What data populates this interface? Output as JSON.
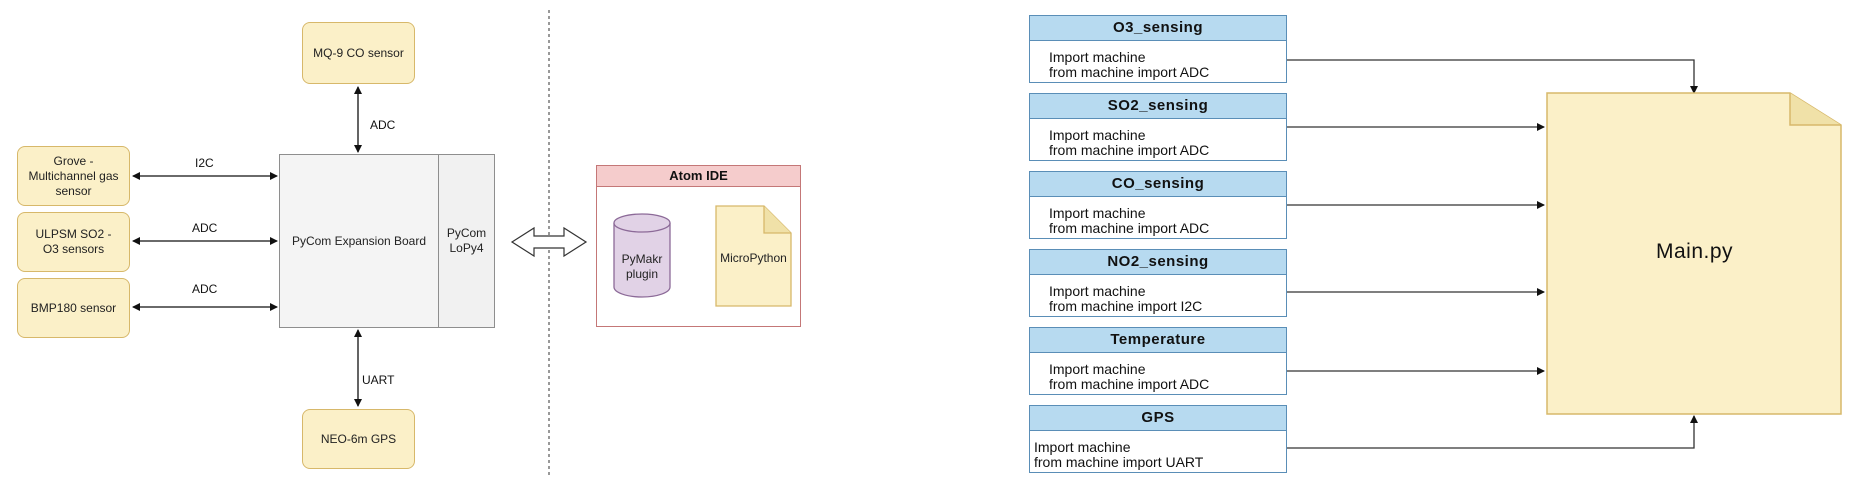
{
  "hardware": {
    "mq9": "MQ-9 CO sensor",
    "grove": "Grove - Multichannel gas sensor",
    "ulpsm": "ULPSM SO2 - O3 sensors",
    "bmp180": "BMP180 sensor",
    "gps": "NEO-6m GPS",
    "board": "PyCom Expansion Board",
    "lopy": "PyCom LoPy4"
  },
  "links": {
    "mq9": "ADC",
    "grove": "I2C",
    "ulpsm": "ADC",
    "bmp180": "ADC",
    "gps": "UART"
  },
  "ide": {
    "title": "Atom IDE",
    "plugin": "PyMakr plugin",
    "micropython": "MicroPython"
  },
  "modules": [
    {
      "name": "O3_sensing",
      "line1": "Import machine",
      "line2": "from machine import ADC"
    },
    {
      "name": "SO2_sensing",
      "line1": "Import machine",
      "line2": "from machine import ADC"
    },
    {
      "name": "CO_sensing",
      "line1": "Import machine",
      "line2": "from machine import ADC"
    },
    {
      "name": "NO2_sensing",
      "line1": "Import machine",
      "line2": "from machine import I2C"
    },
    {
      "name": "Temperature",
      "line1": "Import machine",
      "line2": "from machine import ADC"
    },
    {
      "name": "GPS",
      "line1": "Import machine",
      "line2": "from machine import UART"
    }
  ],
  "main_file": "Main.py"
}
